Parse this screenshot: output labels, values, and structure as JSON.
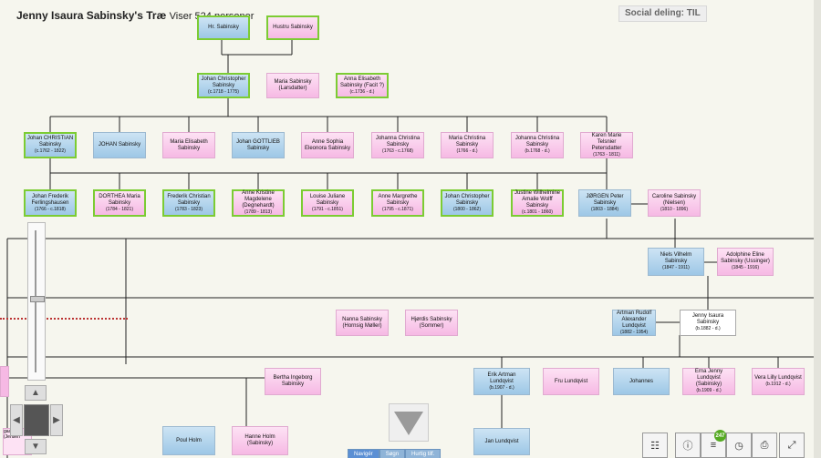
{
  "header": {
    "title": "Jenny Isaura Sabinsky's Træ",
    "count": "Viser 524 personer"
  },
  "social": "Social deling: TIL",
  "nodes": {
    "hr_sabinsky": {
      "name": "Hr. Sabinsky",
      "dates": ""
    },
    "hustru_sabinsky": {
      "name": "Hustru Sabinsky",
      "dates": ""
    },
    "johan_christopher_sr": {
      "name": "Johan Christopher Sabinsky",
      "dates": "(c.1718 - 1775)"
    },
    "maria_larsdatter": {
      "name": "Maria Sabinsky (Larsdatter)",
      "dates": ""
    },
    "anna_elisabeth": {
      "name": "Anna Elisabeth Sabinsky (Facit ?)",
      "dates": "(c.1736 - d.)"
    },
    "johan_christian": {
      "name": "Johan CHRISTIAN Sabinsky",
      "dates": "(c.1762 - 1822)"
    },
    "johan": {
      "name": "JOHAN Sabinsky",
      "dates": ""
    },
    "maria_elisabeth": {
      "name": "Maria Elisabeth Sabinsky",
      "dates": ""
    },
    "johan_gottlieb": {
      "name": "Johan GOTTLIEB Sabinsky",
      "dates": ""
    },
    "anne_sophia": {
      "name": "Anne Sophia Eleonora Sabinsky",
      "dates": ""
    },
    "johanna_christina_1": {
      "name": "Johanna Christina Sabinsky",
      "dates": "(1763 - c.1768)"
    },
    "maria_christina": {
      "name": "Maria Christina Sabinsky",
      "dates": "(1766 - d.)"
    },
    "johanna_christina_2": {
      "name": "Johanna Christina Sabinsky",
      "dates": "(b.1768 - d.)"
    },
    "karen_marie": {
      "name": "Karen Marie Telsnier Petersdatter",
      "dates": "(1763 - 1811)"
    },
    "johan_frederik": {
      "name": "Johan Frederik Ferlingshausen",
      "dates": "(1766 - c.1818)"
    },
    "dorthea_maria": {
      "name": "DORTHEA Maria Sabinsky",
      "dates": "(1784 - 1821)"
    },
    "frederik_christian": {
      "name": "Frederik Christian Sabinsky",
      "dates": "(1783 - 1823)"
    },
    "anne_kristine": {
      "name": "Anne Kristine Magdelene (Degnehardt)",
      "dates": "(1789 - 1813)"
    },
    "louise_juliane": {
      "name": "Louise Juliane Sabinsky",
      "dates": "(1791 - c.1851)"
    },
    "anne_margrethe": {
      "name": "Anne Margrethe Sabinsky",
      "dates": "(1795 - c.1871)"
    },
    "johan_christopher_jr": {
      "name": "Johan Christopher Sabinsky",
      "dates": "(1800 - 1862)"
    },
    "justine_wilhelmine": {
      "name": "Justine Wilhelmine Amalie Wolff Sabinsky",
      "dates": "(c.1801 - 1860)"
    },
    "jorgen_peter": {
      "name": "JØRGEN Peter Sabinsky",
      "dates": "(1803 - 1884)"
    },
    "caroline": {
      "name": "Caroline Sabinsky (Nielsen)",
      "dates": "(1810 - 1896)"
    },
    "niels_vilhelm": {
      "name": "Niels Vilhelm Sabinsky",
      "dates": "(1847 - 1911)"
    },
    "adolphine": {
      "name": "Adolphine Eline Sabinsky (Ussinger)",
      "dates": "(1845 - 1916)"
    },
    "nanna": {
      "name": "Nanna Sabinsky (Hornsig Møller)",
      "dates": ""
    },
    "hjordis": {
      "name": "Hjørdis Sabinsky (Sommer)",
      "dates": ""
    },
    "artman_rudolf": {
      "name": "Artman Rudolf Alexander Lundqvist",
      "dates": "(1882 - 1954)"
    },
    "jenny_isaura": {
      "name": "Jenny Isaura Sabinsky",
      "dates": "(b.1882 - d.)"
    },
    "bertha_ingeborg": {
      "name": "Bertha Ingeborg Sabinsky",
      "dates": ""
    },
    "erik_artman": {
      "name": "Erik Artman Lundqvist",
      "dates": "(b.1907 - d.)"
    },
    "fru_lundqvist": {
      "name": "Fru Lundqvist",
      "dates": ""
    },
    "johannes": {
      "name": "Johannes",
      "dates": ""
    },
    "erna_jenny": {
      "name": "Erna Jenny Lundqvist (Sabinsky)",
      "dates": "(b.1909 - d.)"
    },
    "vera_lilly": {
      "name": "Vera Lilly Lundqvist",
      "dates": "(b.1912 - d.)"
    },
    "poul_holm": {
      "name": "Poul Holm",
      "dates": ""
    },
    "hanne_holm": {
      "name": "Hanne Holm (Sabinsky)",
      "dates": ""
    },
    "jan_lundqvist": {
      "name": "Jan Lundqvist",
      "dates": ""
    }
  },
  "left_partial": "gaard Sa (Jensen",
  "tabs": [
    "Navigér",
    "Søgn",
    "Hurtig tilf."
  ],
  "toolbar": {
    "badge": "247"
  },
  "colors": {
    "male_fill": "#9dc7e6",
    "female_fill": "#f6b9e4",
    "ancestor_border": "#7ccc33",
    "background": "#f6f6ee"
  }
}
